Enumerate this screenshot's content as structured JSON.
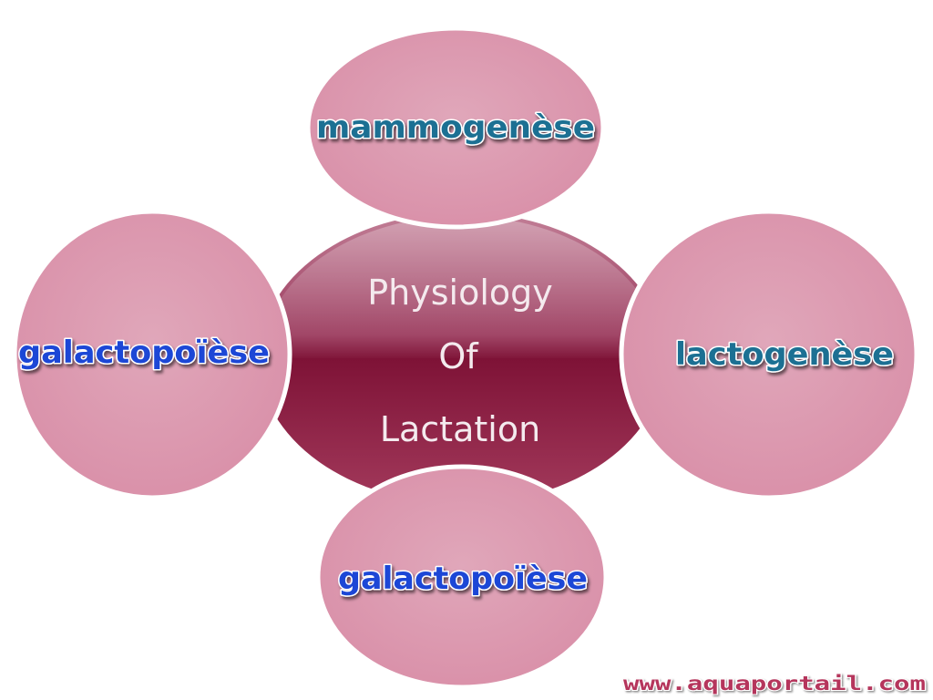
{
  "center": {
    "lines": [
      "Physiology",
      "Of",
      "Lactation"
    ]
  },
  "nodes": {
    "top": "mammogenèse",
    "left": "galactopoïèse",
    "right": "lactogenèse",
    "bottom": "galactopoïèse"
  },
  "watermark": "www.aquaportail.com",
  "colors": {
    "outer_fill": "#dea0b4",
    "center_top": "#b56a84",
    "center_mid": "#7e1236",
    "center_bottom": "#9c2e51",
    "label_blue": "#1f47d6",
    "label_teal": "#1a6f93",
    "watermark": "#b5365c"
  }
}
